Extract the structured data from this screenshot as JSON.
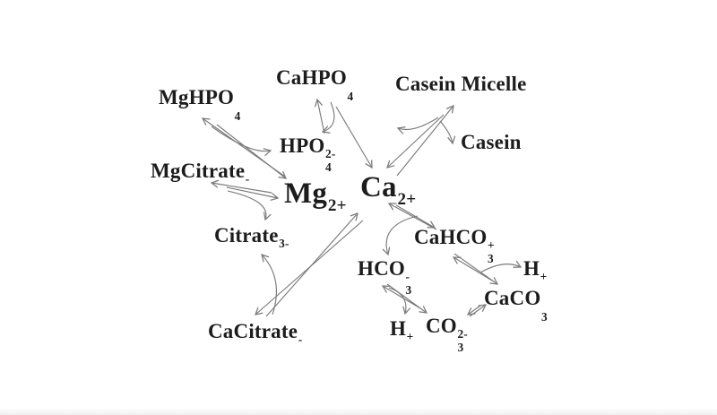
{
  "diagram": {
    "description": "Mineral equilibria diagram centered on Ca2+ and Mg2+ (milk salt equilibria)",
    "nodes": {
      "mghpo4": {
        "base": "MgHPO",
        "sub": "4",
        "sup": ""
      },
      "cahpo4": {
        "base": "CaHPO",
        "sub": "4",
        "sup": ""
      },
      "casein_micelle": {
        "base": "Casein Micelle",
        "sub": "",
        "sup": ""
      },
      "casein": {
        "base": "Casein",
        "sub": "",
        "sup": ""
      },
      "hpo4": {
        "base": "HPO",
        "sub": "4",
        "sup": "2-"
      },
      "mgcitrate": {
        "base": "MgCitrate",
        "sub": "",
        "sup": "-"
      },
      "mg": {
        "base": "Mg",
        "sub": "",
        "sup": "2+"
      },
      "ca": {
        "base": "Ca",
        "sub": "",
        "sup": "2+"
      },
      "citrate": {
        "base": "Citrate",
        "sub": "",
        "sup": "3-"
      },
      "cahco3": {
        "base": "CaHCO",
        "sub": "3",
        "sup": "+"
      },
      "hco3": {
        "base": "HCO",
        "sub": "3",
        "sup": "-"
      },
      "h_right": {
        "base": "H",
        "sub": "",
        "sup": "+"
      },
      "caco3": {
        "base": "CaCO",
        "sub": "3",
        "sup": ""
      },
      "cacitrate": {
        "base": "CaCitrate",
        "sub": "",
        "sup": "-"
      },
      "h_bottom": {
        "base": "H",
        "sub": "",
        "sup": "+"
      },
      "co3": {
        "base": "CO",
        "sub": "3",
        "sup": "2-"
      }
    },
    "reactions": [
      "MgHPO4 <-> Mg2+ + HPO4 2-",
      "CaHPO4 <-> Ca2+ + HPO4 2-",
      "MgCitrate- <-> Mg2+ + Citrate3-",
      "CaCitrate- <-> Ca2+ + Citrate3-",
      "Casein Micelle <-> Ca2+ + Casein",
      "CaHCO3+ <-> Ca2+ + HCO3-",
      "CaHCO3+ <-> CaCO3 + H+",
      "HCO3- <-> CO3 2- + H+",
      "CaCO3 <-> CO3 2-"
    ],
    "colors": {
      "text": "#1c1c1c",
      "arrow": "#7b7b7b",
      "background": "#ffffff"
    }
  }
}
